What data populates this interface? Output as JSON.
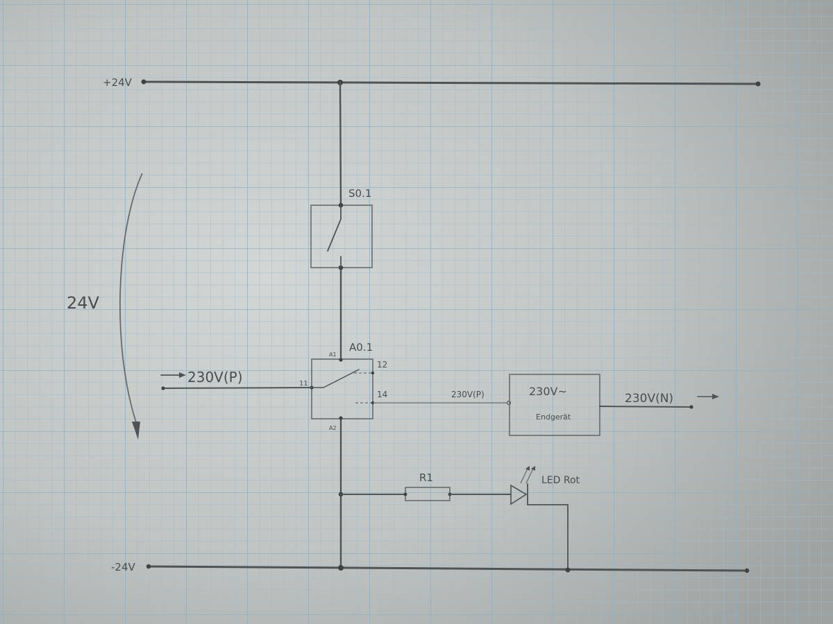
{
  "rails": {
    "positive": "+24V",
    "negative": "-24V"
  },
  "voltage_arrow_label": "24V",
  "switch": {
    "label": "S0.1"
  },
  "relay": {
    "label": "A0.1",
    "pin_a1": "A1",
    "pin_a2": "A2",
    "pin_11": "11",
    "pin_12": "12",
    "pin_14": "14"
  },
  "input_phase": "230V(P)",
  "load_phase": "230V(P)",
  "load": {
    "voltage": "230V~",
    "name": "Endgerät"
  },
  "output_neutral": "230V(N)",
  "resistor": {
    "label": "R1"
  },
  "led": {
    "label": "LED Rot"
  },
  "colors": {
    "paper": "#c3c7c6",
    "grid_fine": "#9fb9c8",
    "grid_major": "#8cabbd",
    "pencil": "#4f5355"
  }
}
